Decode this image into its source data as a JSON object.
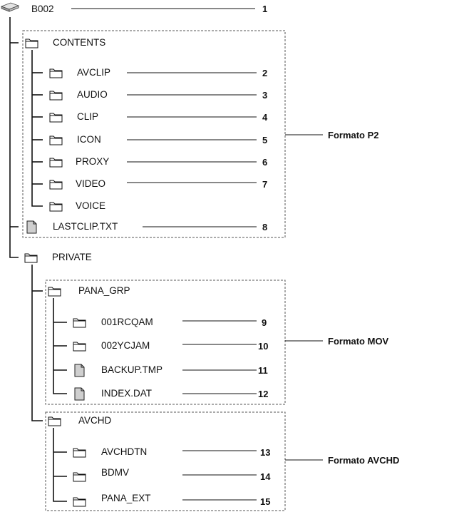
{
  "root": {
    "label": "B002",
    "number": "1",
    "icon": "drive-icon"
  },
  "nodes": [
    {
      "id": "contents",
      "label": "CONTENTS",
      "icon": "folder-icon",
      "number": ""
    },
    {
      "id": "avclip",
      "label": "AVCLIP",
      "icon": "folder-icon",
      "number": "2"
    },
    {
      "id": "audio",
      "label": "AUDIO",
      "icon": "folder-icon",
      "number": "3"
    },
    {
      "id": "clip",
      "label": "CLIP",
      "icon": "folder-icon",
      "number": "4"
    },
    {
      "id": "icon",
      "label": "ICON",
      "icon": "folder-icon",
      "number": "5"
    },
    {
      "id": "proxy",
      "label": "PROXY",
      "icon": "folder-icon",
      "number": "6"
    },
    {
      "id": "video",
      "label": "VIDEO",
      "icon": "folder-icon",
      "number": "7"
    },
    {
      "id": "voice",
      "label": "VOICE",
      "icon": "folder-icon",
      "number": ""
    },
    {
      "id": "lastclip",
      "label": "LASTCLIP.TXT",
      "icon": "file-icon",
      "number": "8"
    },
    {
      "id": "private",
      "label": "PRIVATE",
      "icon": "folder-icon",
      "number": ""
    },
    {
      "id": "pana_grp",
      "label": "PANA_GRP",
      "icon": "folder-icon",
      "number": ""
    },
    {
      "id": "001rcqam",
      "label": "001RCQAM",
      "icon": "folder-icon",
      "number": "9"
    },
    {
      "id": "002ycjam",
      "label": "002YCJAM",
      "icon": "folder-icon",
      "number": "10"
    },
    {
      "id": "backup_tmp",
      "label": "BACKUP.TMP",
      "icon": "file-icon",
      "number": "11"
    },
    {
      "id": "index_dat",
      "label": "INDEX.DAT",
      "icon": "file-icon",
      "number": "12"
    },
    {
      "id": "avchd",
      "label": "AVCHD",
      "icon": "folder-icon",
      "number": ""
    },
    {
      "id": "avchdtn",
      "label": "AVCHDTN",
      "icon": "folder-icon",
      "number": "13"
    },
    {
      "id": "bdmv",
      "label": "BDMV",
      "icon": "folder-icon",
      "number": "14"
    },
    {
      "id": "pana_ext",
      "label": "PANA_EXT",
      "icon": "folder-icon",
      "number": "15"
    }
  ],
  "formats": [
    {
      "id": "p2",
      "label": "Formato P2"
    },
    {
      "id": "mov",
      "label": "Formato MOV"
    },
    {
      "id": "avchd",
      "label": "Formato AVCHD"
    }
  ]
}
